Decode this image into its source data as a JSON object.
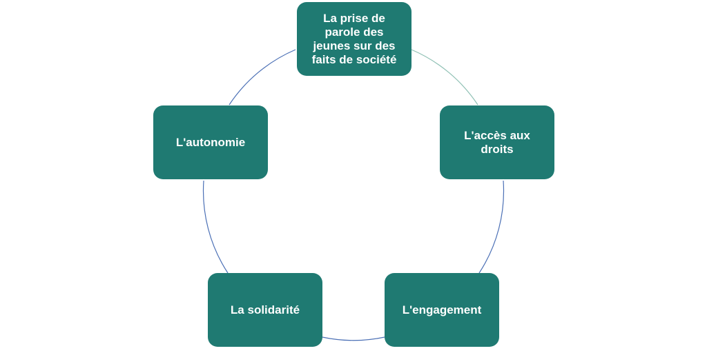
{
  "colors": {
    "node_fill": "#1f7a72",
    "node_text": "#ffffff",
    "connector": "#4a6fb5",
    "connector_light": "#8fc0b4"
  },
  "nodes": [
    {
      "id": "top",
      "label": "La prise de\nparole des\njeunes sur des\nfaits de société"
    },
    {
      "id": "right",
      "label": "L'accès aux\ndroits"
    },
    {
      "id": "bottom-right",
      "label": "L'engagement"
    },
    {
      "id": "bottom-left",
      "label": "La solidarité"
    },
    {
      "id": "left",
      "label": "L'autonomie"
    }
  ]
}
